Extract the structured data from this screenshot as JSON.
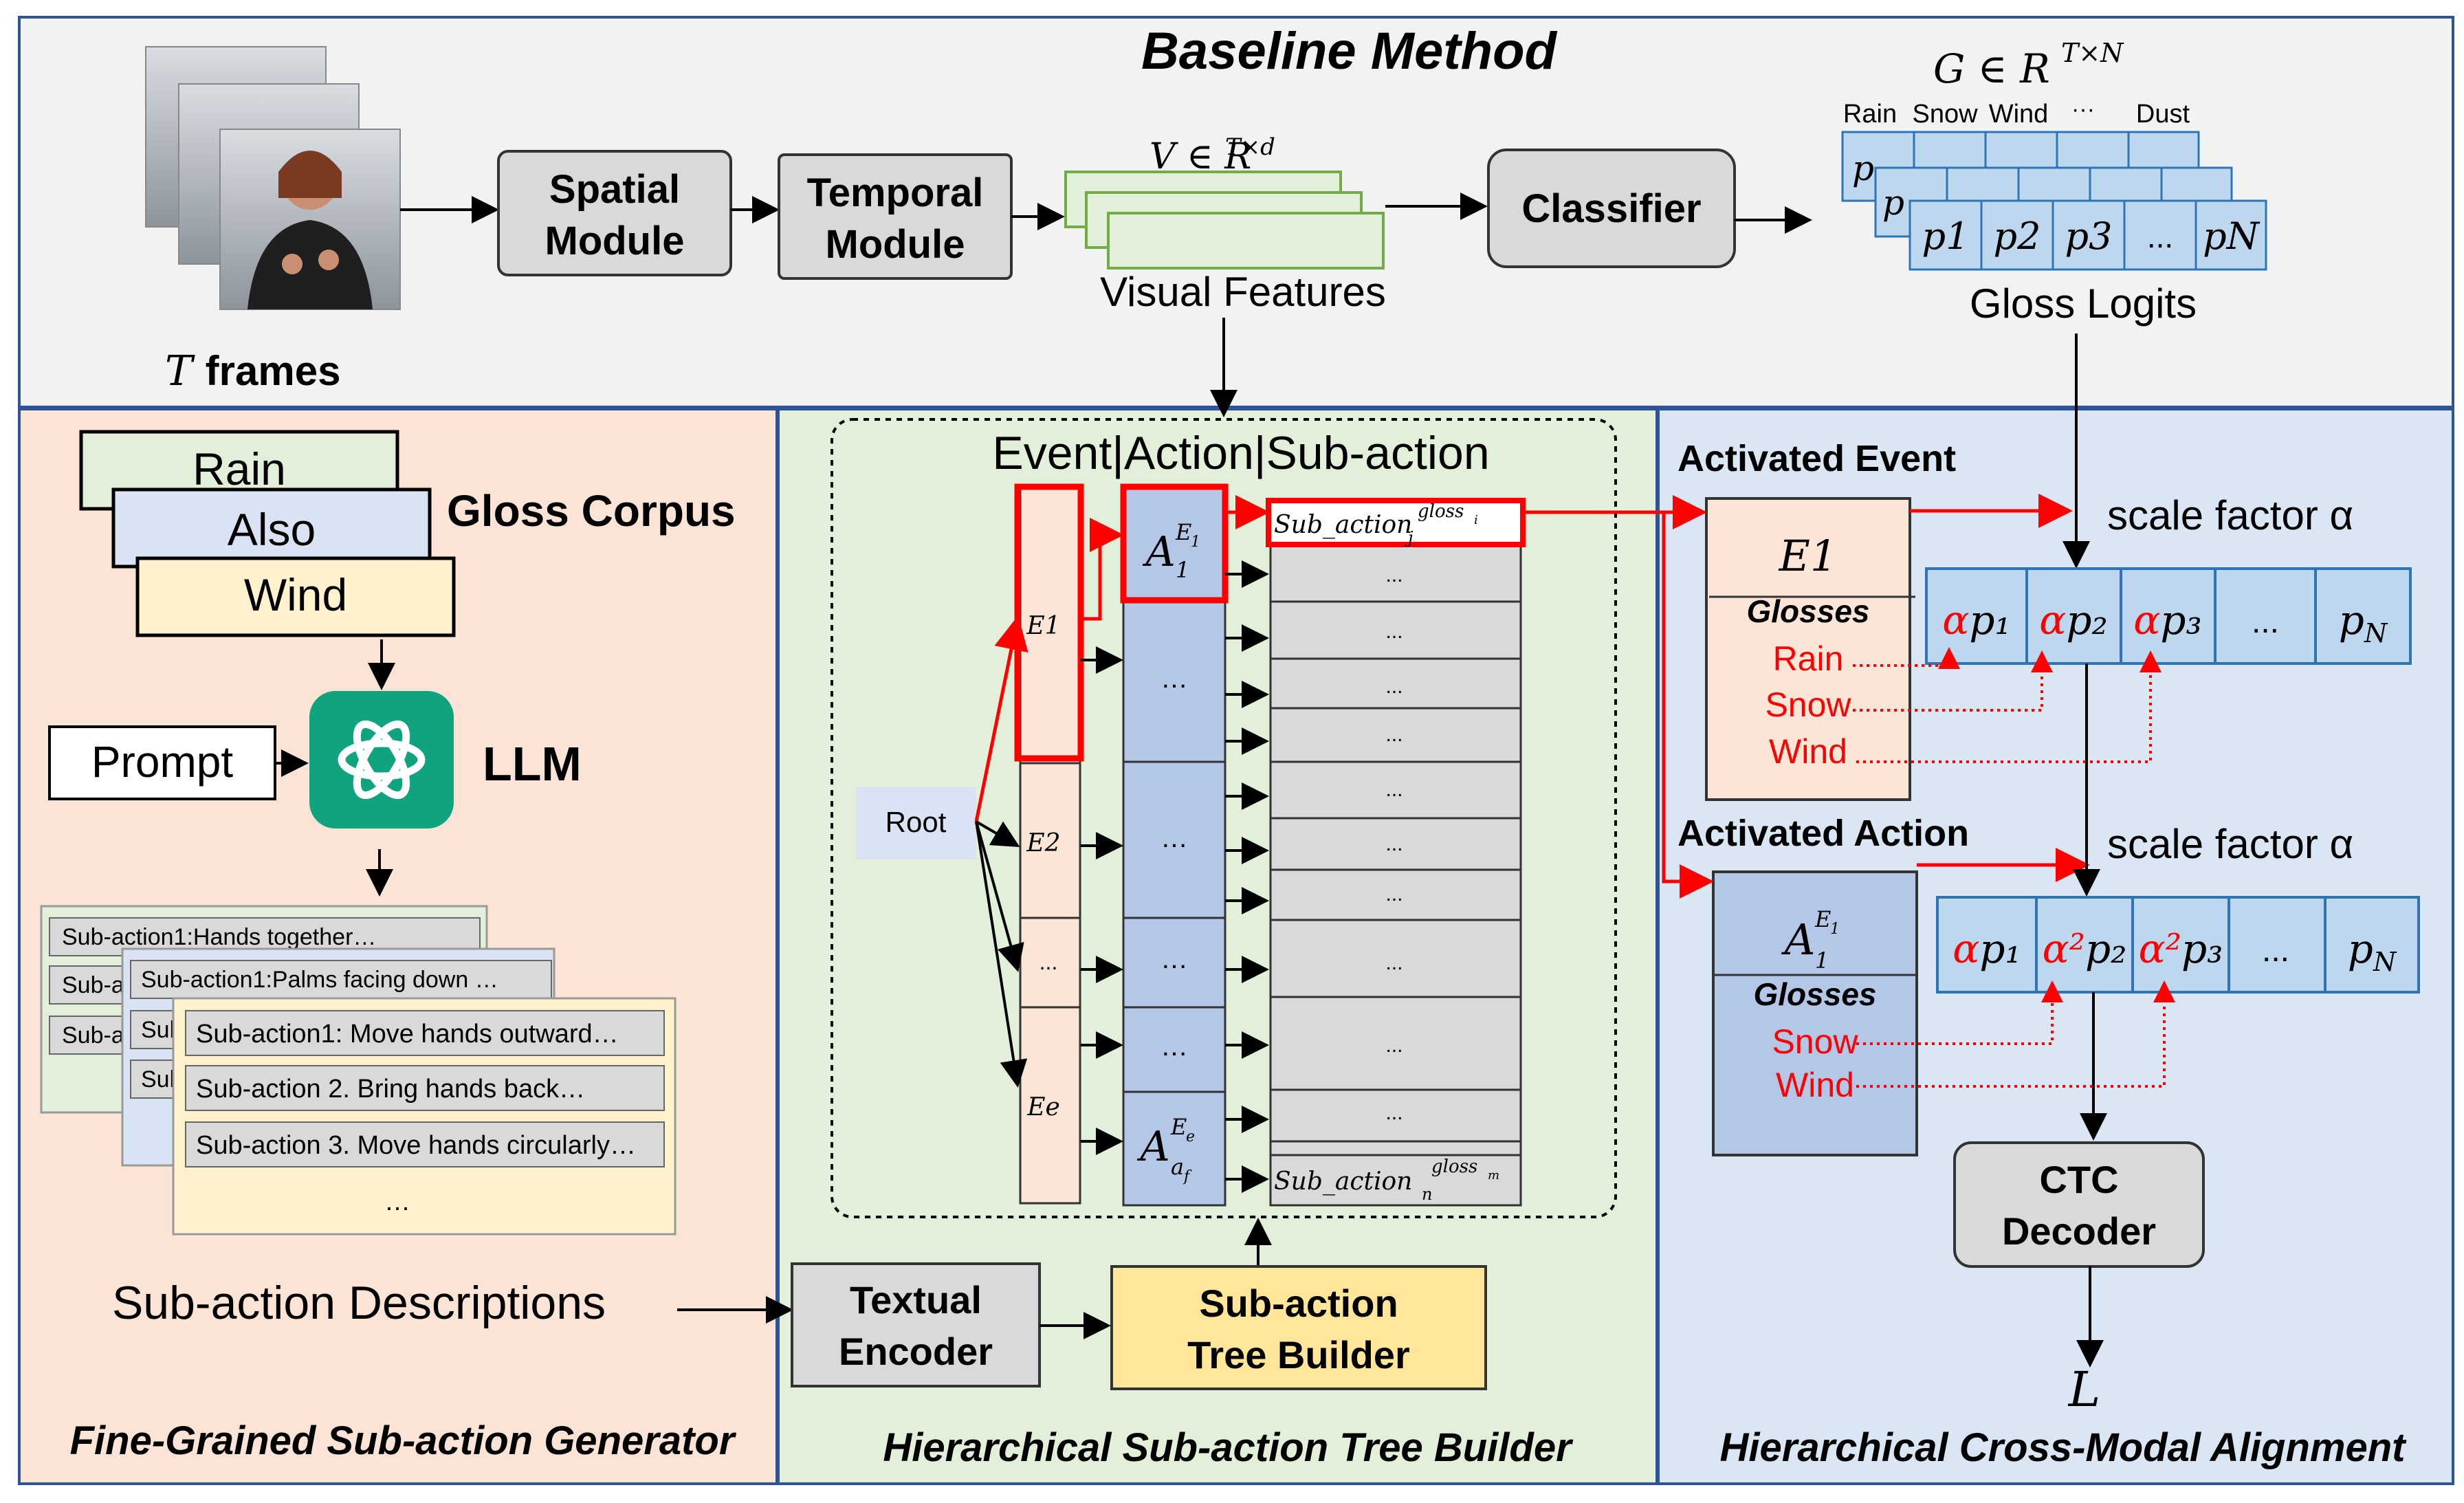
{
  "colors": {
    "border": "#2f5496",
    "top_bg": "#f2f2f2",
    "left_bg": "#fbe3d6",
    "mid_bg": "#e2efd9",
    "right_bg": "#dae6f3",
    "gray_box": "#d9d9d9",
    "feature_green": "#e2f0d9",
    "logit_blue": "#bdd7ee",
    "action_blue": "#b4c7e7",
    "event_peach": "#fbe5d6",
    "yellow": "#ffe699",
    "gpt_teal": "#10a37f",
    "red": "#ff0000"
  },
  "baseline": {
    "title": "Baseline Method",
    "frames_label_var": "T",
    "frames_label_text": " frames",
    "spatial": [
      "Spatial",
      "Module"
    ],
    "temporal": [
      "Temporal",
      "Module"
    ],
    "feature_formula": "V ∈ R",
    "feature_formula_sup": "T×d",
    "visual_features": "Visual Features",
    "classifier": "Classifier",
    "logit_formula": "G ∈ R",
    "logit_formula_sup": "T×N",
    "logit_headers": [
      "Rain",
      "Snow",
      "Wind",
      "···",
      "Dust"
    ],
    "logit_cells": [
      "p1",
      "p2",
      "p3",
      "...",
      "pN"
    ],
    "gloss_logits": "Gloss Logits"
  },
  "generator": {
    "corpus_words": [
      "Rain",
      "Also",
      "Wind"
    ],
    "gloss_corpus": "Gloss Corpus",
    "prompt": "Prompt",
    "llm": "LLM",
    "card1_lines": [
      "Sub-action1:Hands together…",
      "Sub-a",
      "Sub-a"
    ],
    "card2_lines": [
      "Sub-action1:Palms facing down …",
      "Sub",
      "Sub"
    ],
    "card3_lines": [
      "Sub-action1: Move hands outward…",
      "Sub-action 2. Bring hands back…",
      "Sub-action 3. Move hands circularly…",
      "…"
    ],
    "descriptions": "Sub-action Descriptions",
    "title": "Fine-Grained Sub-action Generator"
  },
  "tree": {
    "header": "Event|Action|Sub-action",
    "root": "Root",
    "events": [
      "E1",
      "E2",
      "...",
      "Ee"
    ],
    "action_top": "A",
    "action_mid": "…",
    "subaction_top": "Sub_action",
    "subaction_top_sup": "gloss",
    "subaction_top_sub": "j",
    "subaction_bottom_sup": "gloss",
    "subaction_bottom_sub": "n",
    "ellipsis": "...",
    "textual_encoder": [
      "Textual",
      "Encoder"
    ],
    "tree_builder": [
      "Sub-action",
      "Tree Builder"
    ],
    "title": "Hierarchical Sub-action Tree Builder"
  },
  "alignment": {
    "activated_event": "Activated Event",
    "activated_action": "Activated Action",
    "scale_factor": "scale factor α",
    "glosses": "Glosses",
    "event_glosses": [
      "Rain",
      "Snow",
      "Wind"
    ],
    "action_glosses": [
      "Snow",
      "Wind"
    ],
    "row1_cells": [
      "αp1",
      "αp2",
      "αp3",
      "...",
      "pN"
    ],
    "row2_cells": [
      "αp1",
      "α²p2",
      "α²p3",
      "...",
      "pN"
    ],
    "ctc": [
      "CTC",
      "Decoder"
    ],
    "loss": "L",
    "title": "Hierarchical Cross-Modal Alignment"
  }
}
